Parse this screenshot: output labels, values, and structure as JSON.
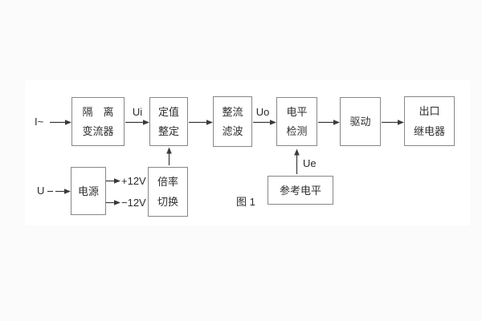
{
  "figure": {
    "caption": "图 1"
  },
  "blocks": {
    "isolation_transformer": {
      "line1": "隔　离",
      "line2": "变流器"
    },
    "value_setting": {
      "line1": "定值",
      "line2": "整定"
    },
    "rectify_filter": {
      "line1": "整流",
      "line2": "滤波"
    },
    "level_detect": {
      "line1": "电平",
      "line2": "检测"
    },
    "drive": {
      "label": "驱动"
    },
    "outlet_relay": {
      "line1": "出口",
      "line2": "继电器"
    },
    "power": {
      "label": "电源"
    },
    "ratio_switch": {
      "line1": "倍率",
      "line2": "切换"
    },
    "reference_level": {
      "label": "参考电平"
    }
  },
  "labels": {
    "input_current": "I~",
    "input_voltage": "U",
    "ui": "Ui",
    "uo": "Uo",
    "ue": "Ue",
    "rail_pos": "+12V",
    "rail_neg": "−12V"
  },
  "colors": {
    "line": "#3a3a3a",
    "box_border": "#878787",
    "text": "#2e2e2e",
    "background": "#fbfbfb",
    "panel": "#ffffff"
  }
}
